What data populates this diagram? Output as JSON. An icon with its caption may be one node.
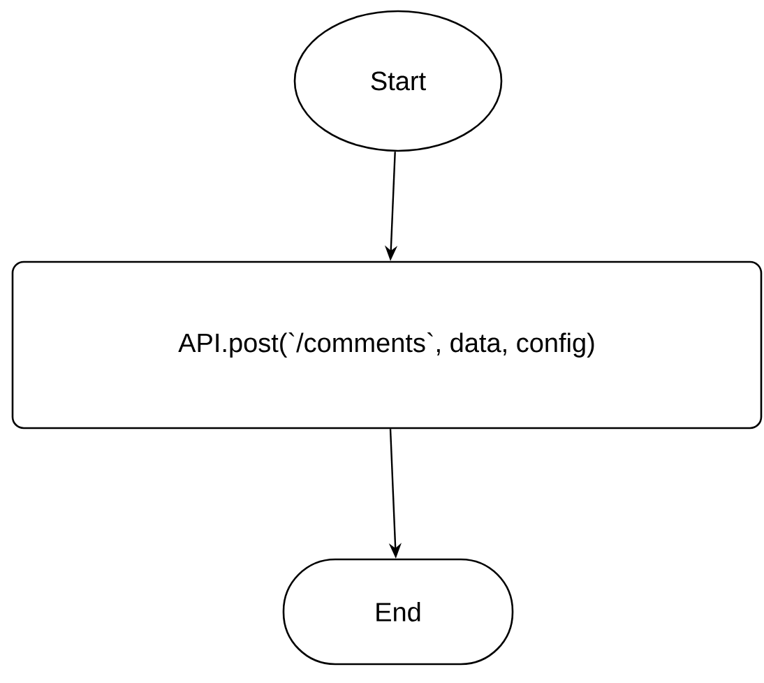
{
  "diagram": {
    "nodes": [
      {
        "text": [
          "Start"
        ]
      },
      {
        "text": [
          "API.post(`/comments`, data, config)"
        ]
      },
      {
        "text": [
          "End"
        ]
      }
    ],
    "edges": [
      {
        "from": 0,
        "to": 1,
        "arrow": "to"
      },
      {
        "from": 1,
        "to": 2,
        "arrow": "to"
      }
    ]
  }
}
